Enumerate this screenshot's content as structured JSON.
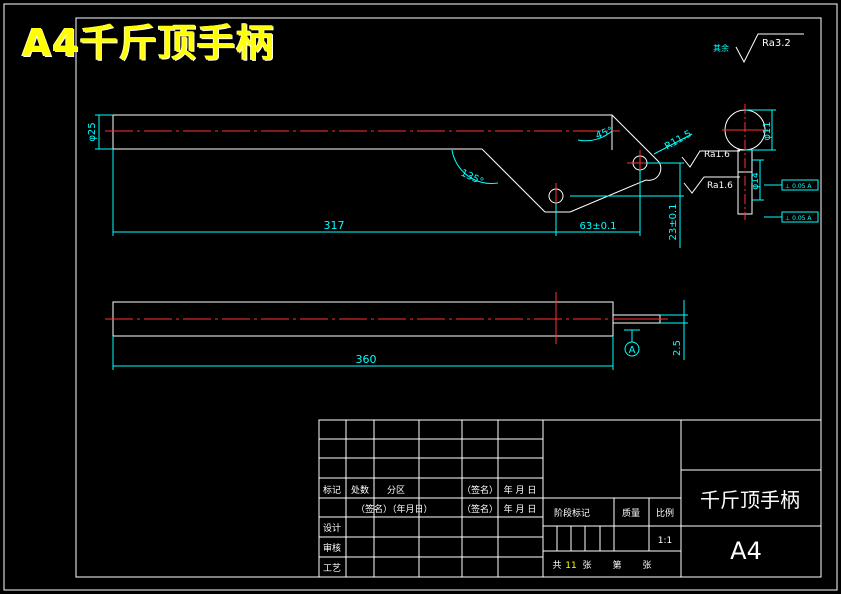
{
  "banner_title": "A4千斤顶手柄",
  "roughness_note": {
    "prefix": "其余",
    "value": "Ra3.2"
  },
  "dims": {
    "d25": "φ25",
    "angle45": "45°",
    "angle135": "135°",
    "r115": "R11.5",
    "len317": "317",
    "len63": "63±0.1",
    "h23": "23±0.1",
    "d11": "φ11",
    "d14": "φ14",
    "len360": "360",
    "h25": "2.5"
  },
  "surface": {
    "ra_upper": "Ra1.6",
    "ra_lower": "Ra1.6"
  },
  "gdt": {
    "upper": "⊥ 0.05 A",
    "lower": "⊥ 0.05 A"
  },
  "datum": "A",
  "title_block": {
    "part_name": "千斤顶手柄",
    "sheet_size": "A4",
    "rev_mark": "标记",
    "rev_count": "处数",
    "rev_zone": "分区",
    "rev_sign": "（签名）",
    "rev_date": "年 月 日",
    "sign2": "（签名）",
    "date2": "（年月日）",
    "sign3": "（签名）",
    "date3": "年 月 日",
    "design": "设计",
    "review": "审核",
    "process": "工艺",
    "stage_mark": "阶段标记",
    "mass": "质量",
    "scale": "比例",
    "scale_value": "1:1",
    "total_prefix": "共",
    "total_sheets": "11",
    "total_unit": "张",
    "sheet_prefix": "第",
    "sheet_unit": "张"
  }
}
